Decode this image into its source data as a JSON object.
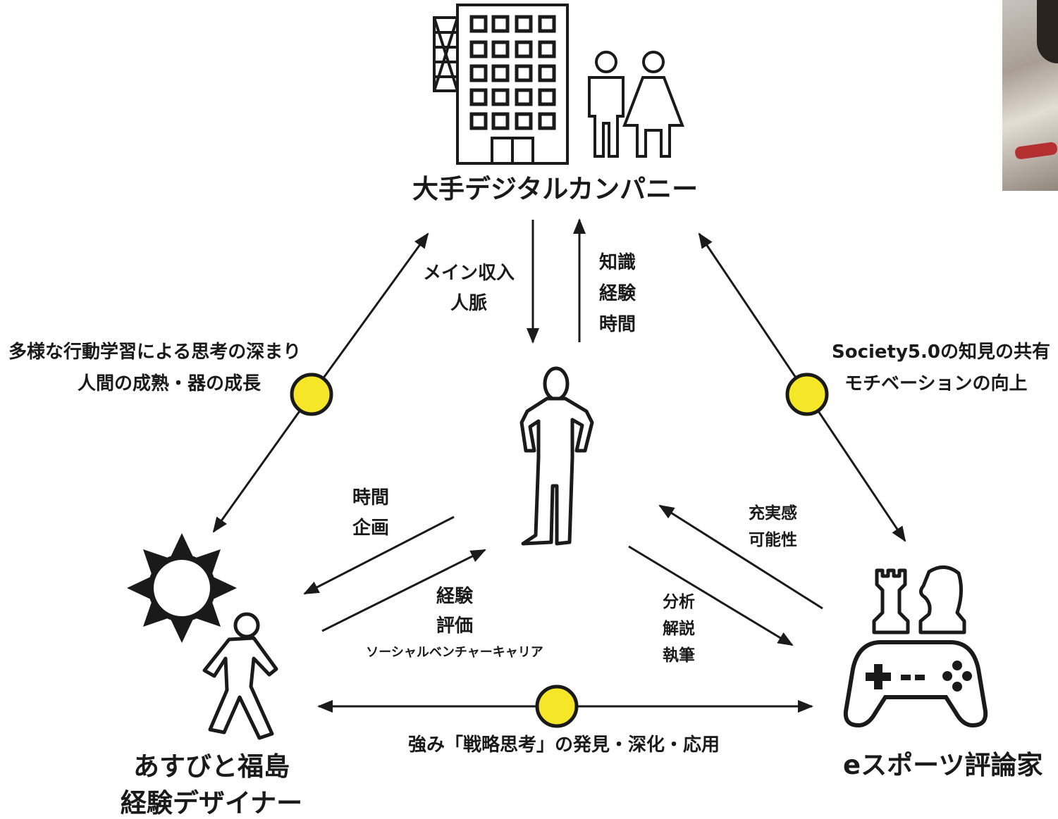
{
  "nodes": {
    "company": {
      "label": "大手デジタルカンパニー"
    },
    "asobito": {
      "label_line1": "あすびと福島",
      "label_line2": "経験デザイナー"
    },
    "esports": {
      "label": "eスポーツ評論家"
    }
  },
  "edges": {
    "company_to_person": {
      "line1": "メイン収入",
      "line2": "人脈"
    },
    "person_to_company": {
      "line1": "知識",
      "line2": "経験",
      "line3": "時間"
    },
    "company_asobito": {
      "line1": "多様な行動学習による思考の深まり",
      "line2": "人間の成熟・器の成長"
    },
    "company_esports": {
      "line1": "Society5.0の知見の共有",
      "line2": "モチベーションの向上"
    },
    "person_to_asobito": {
      "line1": "時間",
      "line2": "企画"
    },
    "asobito_to_person": {
      "line1": "経験",
      "line2": "評価",
      "line3": "ソーシャルベンチャーキャリア"
    },
    "esports_to_person": {
      "line1": "充実感",
      "line2": "可能性"
    },
    "person_to_esports": {
      "line1": "分析",
      "line2": "解説",
      "line3": "執筆"
    },
    "asobito_esports": {
      "line1": "強み「戦略思考」の発見・深化・応用"
    }
  },
  "colors": {
    "accent_dot": "#f5e628",
    "ink": "#1a1a1a"
  },
  "icons": [
    "office-building-icon",
    "man-woman-icon",
    "standing-man-icon",
    "sun-icon",
    "walking-person-icon",
    "chess-pieces-icon",
    "gamepad-icon"
  ]
}
